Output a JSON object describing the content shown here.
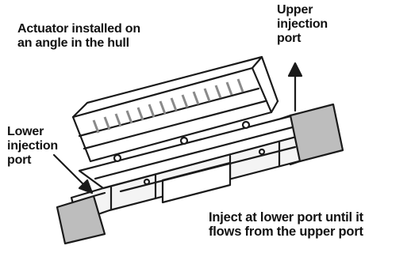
{
  "labels": {
    "actuator": [
      "Actuator installed on",
      "an angle in the hull"
    ],
    "upper_port": [
      "Upper",
      "injection",
      "port"
    ],
    "lower_port": [
      "Lower",
      "injection",
      "port"
    ],
    "instruction": [
      "Inject at lower port until it",
      "flows from the upper port"
    ]
  },
  "colors": {
    "line": "#1a1a1a",
    "port_fill": "#bdbdbd",
    "body_fill": "#f4f4f4",
    "fin_fill": "#8a8a8a"
  },
  "icons": [
    "arrow-up-icon",
    "arrow-down-right-icon"
  ]
}
